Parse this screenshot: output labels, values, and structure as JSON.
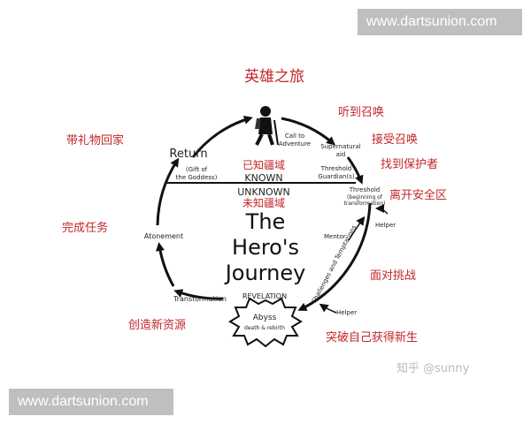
{
  "watermark_top": "www.dartsunion.com",
  "watermark_bottom": "www.dartsunion.com",
  "title_cn": "英雄之旅",
  "cn": {
    "call": "听到召唤",
    "accept": "接受召唤",
    "find_protector": "找到保护者",
    "leave_safe": "离开安全区",
    "face_challenge": "面对挑战",
    "break_self": "突破自己获得新生",
    "create_resources": "创造新资源",
    "complete_task": "完成任务",
    "bring_gift": "带礼物回家",
    "known": "已知疆域",
    "unknown": "未知疆域"
  },
  "en": {
    "return": "Return",
    "gift": [
      "(Gift of",
      "the Goddess)"
    ],
    "known": "KNOWN",
    "unknown": "UNKNOWN",
    "call_to_adventure": [
      "Call to",
      "Adventure"
    ],
    "supernatural_aid": [
      "Supernatural",
      "aid"
    ],
    "threshold_guardians": [
      "Threshold",
      "Guardian(s)"
    ],
    "threshold": [
      "Threshold",
      "(beginning of",
      "transformation)"
    ],
    "helper_top": "Helper",
    "mentor": "Mentor",
    "challenges": "Challenges and Temptations",
    "helper_bottom": "Helper",
    "revelation": "REVELATION",
    "abyss": "Abyss",
    "death_rebirth": "death & rebirth",
    "transformation": "Transformation",
    "atonement": "Atonement",
    "title": [
      "The",
      "Hero's",
      "Journey"
    ]
  },
  "credit": "知乎 @sunny"
}
